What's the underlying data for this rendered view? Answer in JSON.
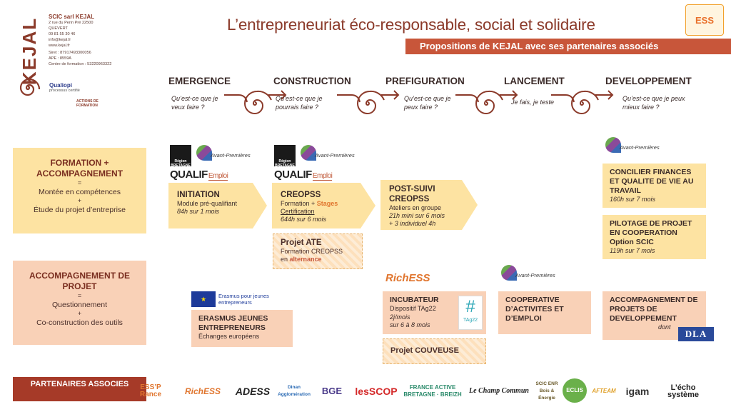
{
  "header": {
    "title": "L’entrepreneuriat éco-responsable, social et solidaire",
    "subtitle": "Propositions de KEJAL avec ses partenaires associés",
    "ess_logo": "ESS"
  },
  "company": {
    "logo": "KEJAL",
    "name": "SCIC sarl KEJAL",
    "address": "2 rue du Perin Pré 22500 QUEVERT",
    "phone": "09 81 55 30 46",
    "email": "info@kejal.fr",
    "web": "www.kejal.fr",
    "siret": "Siret : 87917493300056",
    "ape": "APE : 8559A",
    "formation": "Centre de formation : 53220963322",
    "qualiopi": "Qualiopi",
    "qualiopi_sub": "processus certifié",
    "actions": "ACTIONS DE FORMATION"
  },
  "stages": [
    {
      "title": "EMERGENCE",
      "question": "Qu’est-ce que je veux faire ?"
    },
    {
      "title": "CONSTRUCTION",
      "question": "Qu’est-ce que je pourrais faire ?"
    },
    {
      "title": "PREFIGURATION",
      "question": "Qu’est-ce que je peux faire ?"
    },
    {
      "title": "LANCEMENT",
      "question": "Je fais, je teste"
    },
    {
      "title": "DEVELOPPEMENT",
      "question": "Qu’est-ce que je peux mieux faire ?"
    }
  ],
  "left_boxes": {
    "formation": {
      "title": "FORMATION + ACCOMPAGNEMENT",
      "eq": "=",
      "line1": "Montée en compétences",
      "plus": "+",
      "line2": "Étude du projet d’entreprise"
    },
    "accompagnement": {
      "title": "ACCOMPAGNEMENT DE PROJET",
      "eq": "=",
      "line1": "Questionnement",
      "plus": "+",
      "line2": "Co-construction des outils"
    }
  },
  "logos": {
    "region": "Région BRETAGNE",
    "qualif": "QUALIF",
    "qualif_emploi": "Emploi",
    "avant_premieres": "Avant-Premières",
    "erasmus": "Erasmus pour jeunes entrepreneurs",
    "richess": "RichESS",
    "dla": "DLA",
    "tag": "TAg22"
  },
  "offers": {
    "initiation": {
      "title": "INITIATION",
      "line1": "Module pré-qualifiant",
      "line2": "84h sur 1 mois"
    },
    "creopss": {
      "title": "CREOPSS",
      "line1a": "Formation + ",
      "line1b": "Stages",
      "line2": "Certification",
      "line3": "644h sur 6 mois"
    },
    "ate": {
      "title": "Projet ATE",
      "line1": "Formation CREOPSS",
      "line2a": "en ",
      "line2b": "alternance"
    },
    "postsuivi": {
      "title": "POST-SUIVI CREOPSS",
      "line1": "Ateliers en groupe",
      "line2": "21h mini sur 6 mois",
      "line3": "+ 3 individuel 4h"
    },
    "concilier": {
      "title": "CONCILIER FINANCES ET QUALITE DE VIE AU TRAVAIL",
      "line1": "160h sur 7 mois"
    },
    "pilotage": {
      "title": "PILOTAGE DE PROJET EN COOPERATION Option SCIC",
      "line1": "119h sur 7 mois"
    },
    "erasmus_box": {
      "title": "ERASMUS JEUNES ENTREPRENEURS",
      "line1": "Échanges européens"
    },
    "incubateur": {
      "title": "INCUBATEUR",
      "line1": "Dispositif TAg22",
      "line2": "2j/mois",
      "line3": "sur 6 à 8 mois"
    },
    "couveuse": {
      "title": "Projet COUVEUSE"
    },
    "cae": {
      "title": "COOPERATIVE D’ACTIVITES ET D’EMPLOI"
    },
    "devprojets": {
      "title": "ACCOMPAGNEMENT DE PROJETS DE DEVELOPPEMENT",
      "line1": "dont"
    }
  },
  "partners": {
    "label": "PARTENAIRES ASSOCIES",
    "items": [
      "ESS’P Rance",
      "RichESS",
      "ADESS",
      "Dinan Agglomération",
      "BGE",
      "lesSCOP",
      "FRANCE ACTIVE BRETAGNE · BREIZH",
      "Le Champ Commun",
      "SCIC ENR Bois & Énergie",
      "ECLIS",
      "AFTEAM",
      "igam",
      "L’écho système"
    ]
  },
  "colors": {
    "brown": "#8b3a2a",
    "orange_bar": "#c8563a",
    "yellow": "#fde3a2",
    "salmon": "#f9d1b7",
    "partners": "#a63a28"
  }
}
